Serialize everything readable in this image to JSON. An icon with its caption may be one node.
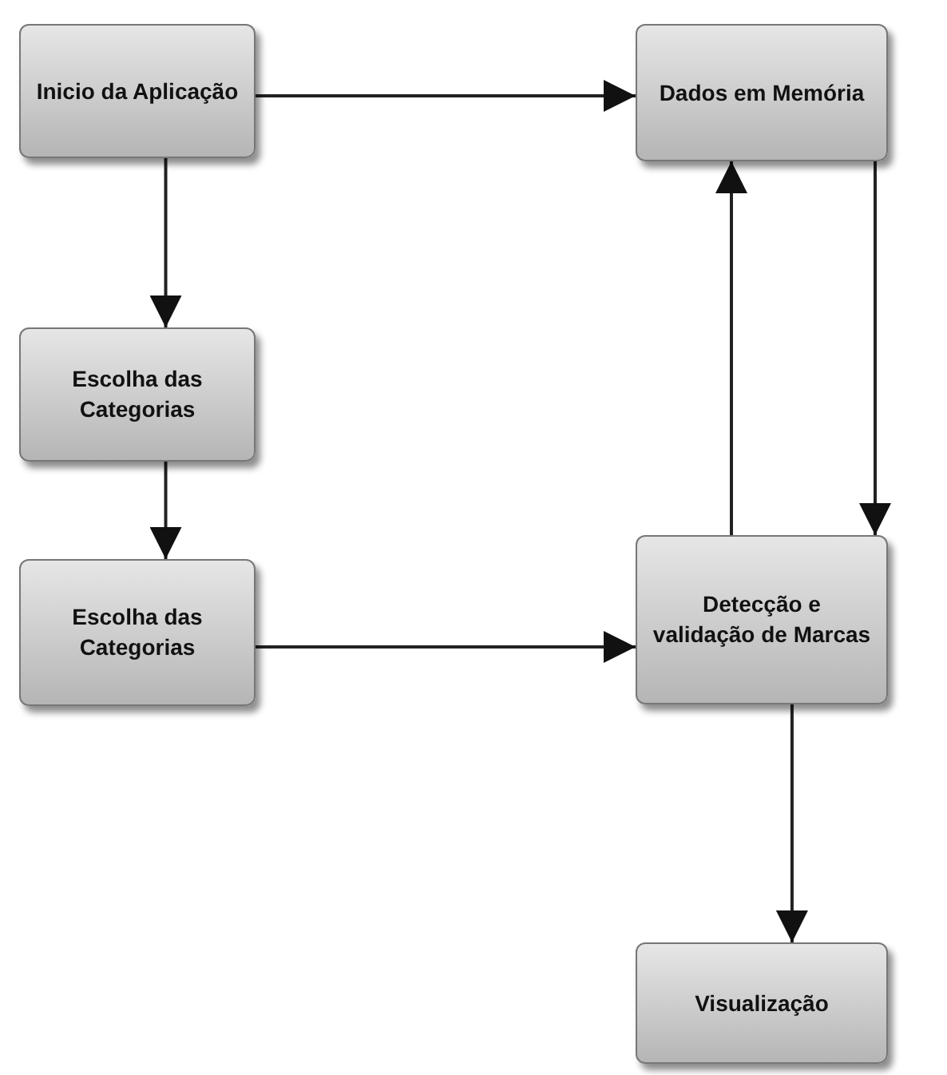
{
  "diagram": {
    "nodes": [
      {
        "text": [
          "Inicio da Aplicação"
        ]
      },
      {
        "text": [
          "Escolha das Categorias"
        ]
      },
      {
        "text": [
          "Escolha das Categorias"
        ]
      },
      {
        "text": [
          "Dados em Memória"
        ]
      },
      {
        "text": [
          "Detecção e validação de Marcas"
        ]
      },
      {
        "text": [
          "Visualização"
        ]
      }
    ],
    "edges": [
      {
        "from": 0,
        "to": 3,
        "arrow": "to"
      },
      {
        "from": 0,
        "to": 1,
        "arrow": "to"
      },
      {
        "from": 1,
        "to": 2,
        "arrow": "to"
      },
      {
        "from": 2,
        "to": 4,
        "arrow": "to"
      },
      {
        "from": 4,
        "to": 3,
        "arrow": "to"
      },
      {
        "from": 3,
        "to": 4,
        "arrow": "to"
      },
      {
        "from": 4,
        "to": 5,
        "arrow": "to"
      }
    ]
  }
}
